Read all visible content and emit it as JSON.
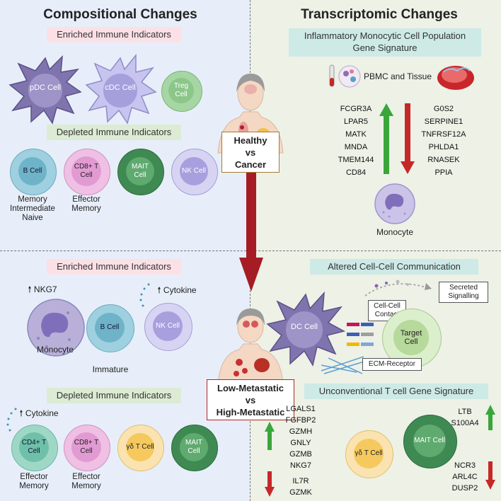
{
  "left_title": "Compositional Changes",
  "right_title": "Transcriptomic Changes",
  "top_left": {
    "enriched_label": "Enriched Immune Indicators",
    "depleted_label": "Depleted Immune Indicators",
    "pdc": "pDC Cell",
    "cdc": "cDC Cell",
    "treg": "Treg Cell",
    "bcell": "B Cell",
    "bcell_note": "Memory\nIntermediate\nNaive",
    "cd8": "CD8+ T Cell",
    "cd8_note": "Effector\nMemory",
    "mait": "MAIT Cell",
    "nk": "NK Cell"
  },
  "center": {
    "healthy_box": "Healthy\nvs\nCancer",
    "meta_box": "Low-Metastatic\nvs\nHigh-Metastatic"
  },
  "top_right": {
    "banner": "Inflammatory Monocytic Cell Population\nGene Signature",
    "pbmc": "PBMC and Tissue",
    "up_genes": [
      "FCGR3A",
      "LPAR5",
      "MATK",
      "MNDA",
      "TMEM144",
      "CD84"
    ],
    "down_genes": [
      "G0S2",
      "SERPINE1",
      "TNFRSF12A",
      "PHLDA1",
      "RNASEK",
      "PPIA"
    ],
    "monocyte": "Monocyte"
  },
  "bottom_left": {
    "enriched_label": "Enriched Immune Indicators",
    "depleted_label": "Depleted Immune Indicators",
    "nkg7": "NKG7",
    "monocyte": "Monocyte",
    "bcell": "B Cell",
    "bcell_note": "Immature",
    "cytokine1": "Cytokine",
    "nk": "NK Cell",
    "cytokine2": "Cytokine",
    "cd4": "CD4+ T Cell",
    "cd4_note": "Effector\nMemory",
    "cd8": "CD8+ T Cell",
    "cd8_note": "Effector\nMemory",
    "gd": "γδ T Cell",
    "mait": "MAIT Cell"
  },
  "bottom_right": {
    "comm_banner": "Altered Cell-Cell Communication",
    "secreted": "Secreted\nSignalling",
    "contact": "Cell-Cell\nContact",
    "dc": "DC Cell",
    "target": "Target Cell",
    "ecm": "ECM-Receptor",
    "tcell_banner": "Unconventional T cell Gene Signature",
    "left_up_genes": [
      "LGALS1",
      "FGFBP2",
      "GZMH",
      "GNLY",
      "GZMB",
      "NKG7"
    ],
    "left_down_genes": [
      "IL7R",
      "GZMK"
    ],
    "gd": "γδ T Cell",
    "mait": "MAIT Cell",
    "right_up_genes": [
      "LTB",
      "S100A4"
    ],
    "right_down_genes": [
      "NCR3",
      "ARL4C",
      "DUSP2"
    ]
  },
  "colors": {
    "up_arrow": "#3aa63a",
    "down_arrow": "#c62828",
    "center_arrow": "#a51c24"
  }
}
